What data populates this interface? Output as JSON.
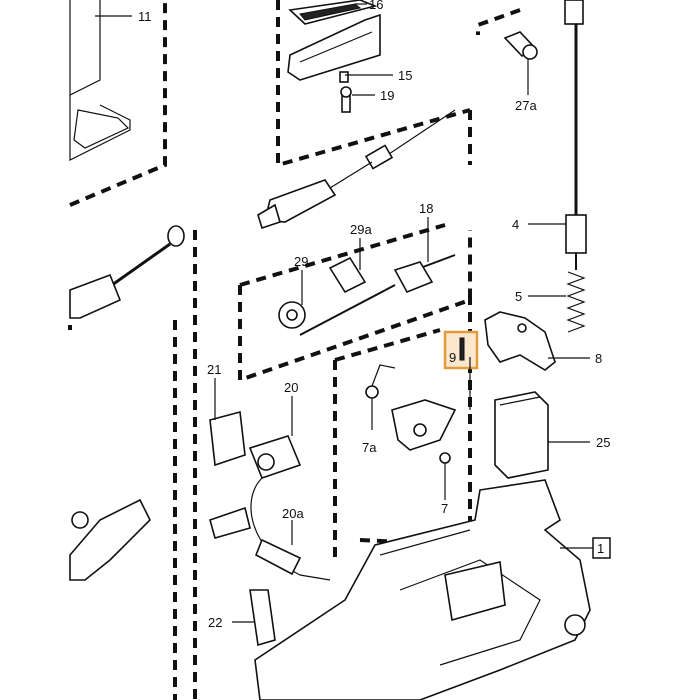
{
  "diagram": {
    "labels": {
      "p11": "11",
      "p16": "16",
      "p15": "15",
      "p19": "19",
      "p27a": "27a",
      "p18": "18",
      "p29a": "29a",
      "p29": "29",
      "p4": "4",
      "p5": "5",
      "p9": "9",
      "p8": "8",
      "p21": "21",
      "p20": "20",
      "p7a": "7a",
      "p25": "25",
      "p7": "7",
      "p20a": "20a",
      "p1": "1",
      "p22": "22"
    },
    "highlight_color": "#e39a3c"
  }
}
